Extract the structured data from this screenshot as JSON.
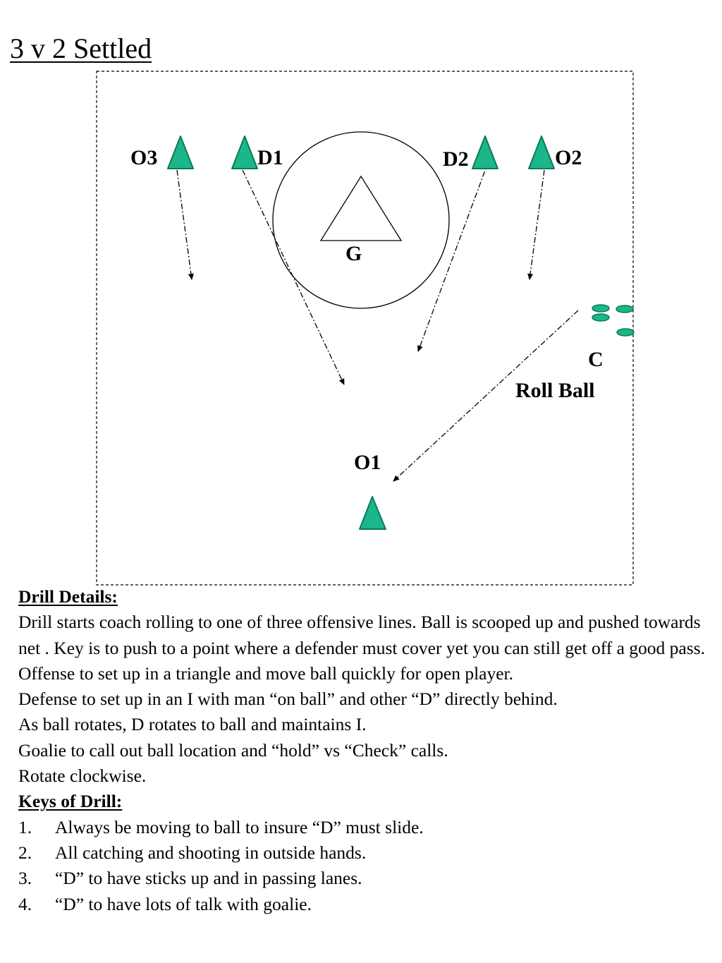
{
  "title": "3 v 2 Settled",
  "diagram": {
    "labels": {
      "o1": "O1",
      "o2": "O2",
      "o3": "O3",
      "d1": "D1",
      "d2": "D2",
      "goalie": "G",
      "coach": "C",
      "coach_action": "Roll Ball"
    },
    "colors": {
      "cone_fill": "#1bb68a",
      "cone_stroke": "#0c7a5b",
      "ball_fill": "#1bb68a",
      "line": "#000000"
    }
  },
  "details": {
    "heading": "Drill Details:",
    "intro": "Drill starts coach rolling to one of three offensive lines.  Ball is scooped up and pushed towards net .  Key is to push to a point where a defender must cover yet you can still get off  a good pass.",
    "lines": [
      "Offense to set up in a triangle and move ball quickly for open player.",
      "Defense to set up in an I with man “on ball” and other “D” directly behind.",
      "As ball rotates, D rotates to ball and maintains I.",
      "Goalie to call out ball location and “hold” vs “Check” calls.",
      "Rotate clockwise."
    ]
  },
  "keys": {
    "heading": "Keys of Drill:",
    "items": [
      {
        "num": "1.",
        "text": "Always be moving to ball to insure “D” must slide."
      },
      {
        "num": "2.",
        "text": "All catching and shooting in outside hands."
      },
      {
        "num": "3.",
        "text": "“D” to have sticks up and in passing lanes."
      },
      {
        "num": "4.",
        "text": "“D” to have lots of talk with goalie."
      }
    ]
  }
}
